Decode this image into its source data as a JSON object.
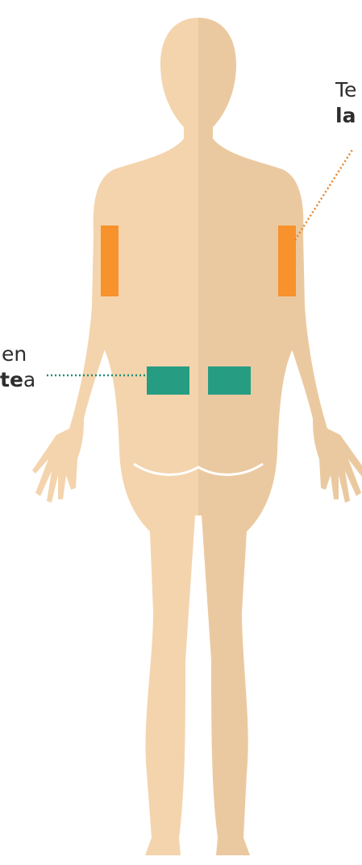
{
  "colors": {
    "skin_light": "#f4d4ad",
    "skin_shade": "#ebc9a0",
    "arm_zone": "#f7922c",
    "back_zone": "#269d83",
    "arm_leader": "#e8852c",
    "back_leader": "#1f8f77",
    "crease": "#ffffff"
  },
  "labels": {
    "arm": {
      "line1": "Te",
      "line2_bold": "la",
      "line2_rest": ""
    },
    "back": {
      "line1": "en",
      "line2_bold": "te",
      "line2_rest": "a"
    }
  }
}
